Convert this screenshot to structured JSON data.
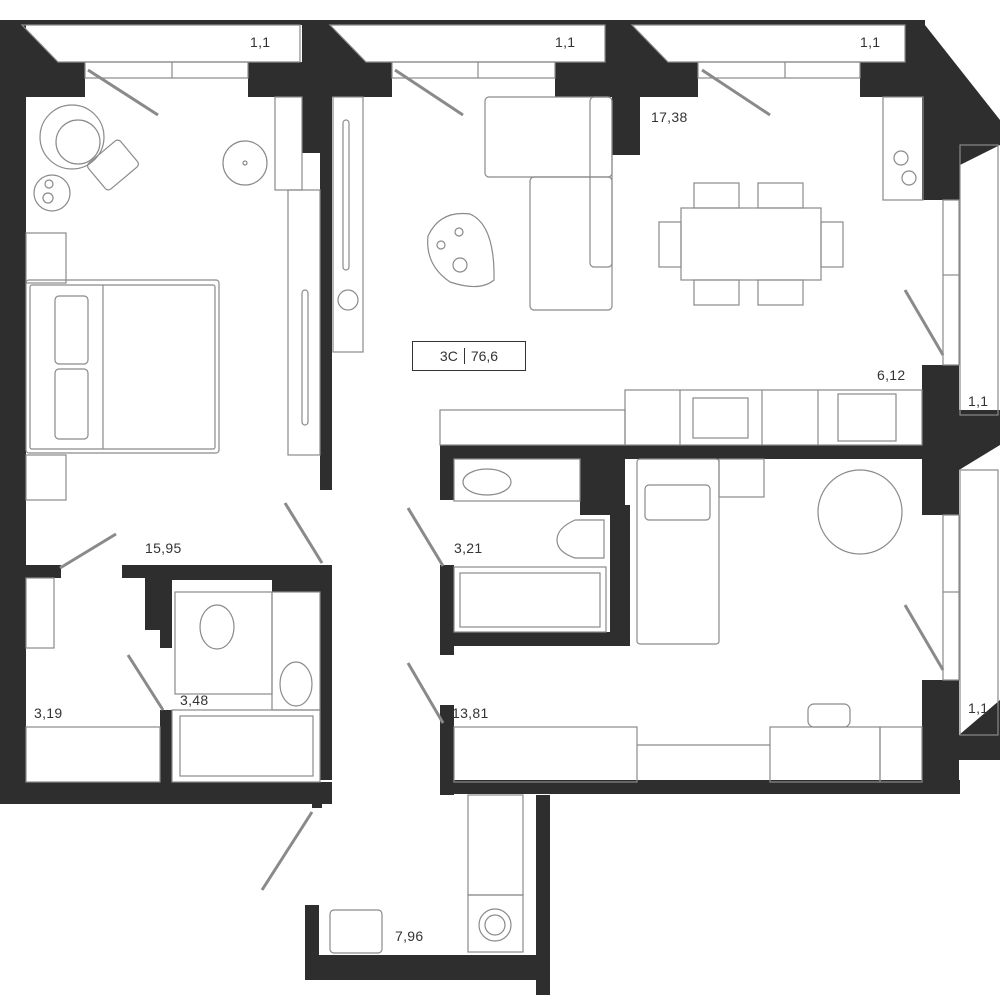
{
  "plan": {
    "badge": {
      "type": "3С",
      "total_area": "76,6"
    },
    "colors": {
      "wall": "#2e2e2e",
      "line": "#8a8a8a",
      "background": "#ffffff",
      "text": "#333333"
    },
    "balconies": [
      {
        "id": "balcony-top-left",
        "area": "1,1"
      },
      {
        "id": "balcony-top-middle",
        "area": "1,1"
      },
      {
        "id": "balcony-top-right",
        "area": "1,1"
      },
      {
        "id": "balcony-right-upper",
        "area": "1,1"
      },
      {
        "id": "balcony-right-lower",
        "area": "1,1"
      }
    ],
    "rooms": [
      {
        "id": "bedroom",
        "area": "15,95"
      },
      {
        "id": "living-room",
        "area": "17,38"
      },
      {
        "id": "kitchen",
        "area": "6,12"
      },
      {
        "id": "bathroom-center",
        "area": "3,21"
      },
      {
        "id": "wardrobe",
        "area": "3,19"
      },
      {
        "id": "bathroom-left",
        "area": "3,48"
      },
      {
        "id": "kids-room",
        "area": "13,81"
      },
      {
        "id": "hallway",
        "area": "7,96"
      }
    ]
  }
}
